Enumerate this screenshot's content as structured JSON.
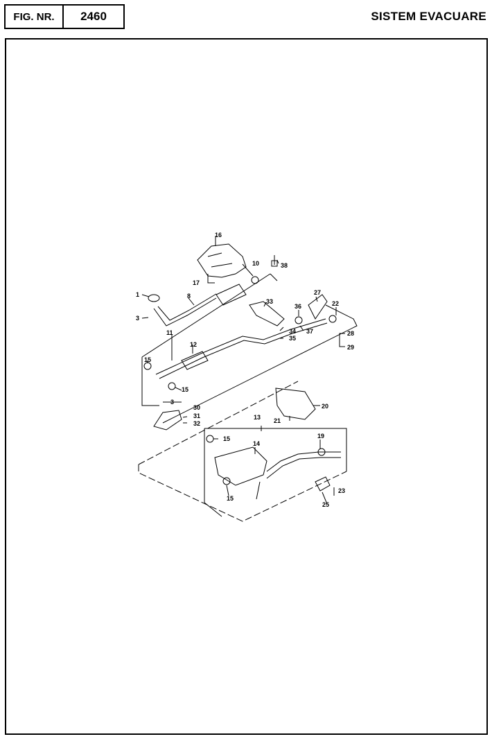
{
  "header": {
    "fig_label": "FIG. NR.",
    "fig_number": "2460",
    "title": "SISTEM EVACUARE"
  },
  "callouts": {
    "c1": "1",
    "c3a": "3",
    "c3b": "3",
    "c8": "8",
    "c10": "10",
    "c11": "11",
    "c12": "12",
    "c13": "13",
    "c14": "14",
    "c15a": "15",
    "c15b": "15",
    "c15c": "15",
    "c15d": "15",
    "c16": "16",
    "c17": "17",
    "c19": "19",
    "c20": "20",
    "c21": "21",
    "c22": "22",
    "c23": "23",
    "c25": "25",
    "c27": "27",
    "c28": "28",
    "c29": "29",
    "c30": "30",
    "c31": "31",
    "c32": "32",
    "c33": "33",
    "c34": "34",
    "c35": "35",
    "c36": "36",
    "c37": "37",
    "c38": "38"
  }
}
